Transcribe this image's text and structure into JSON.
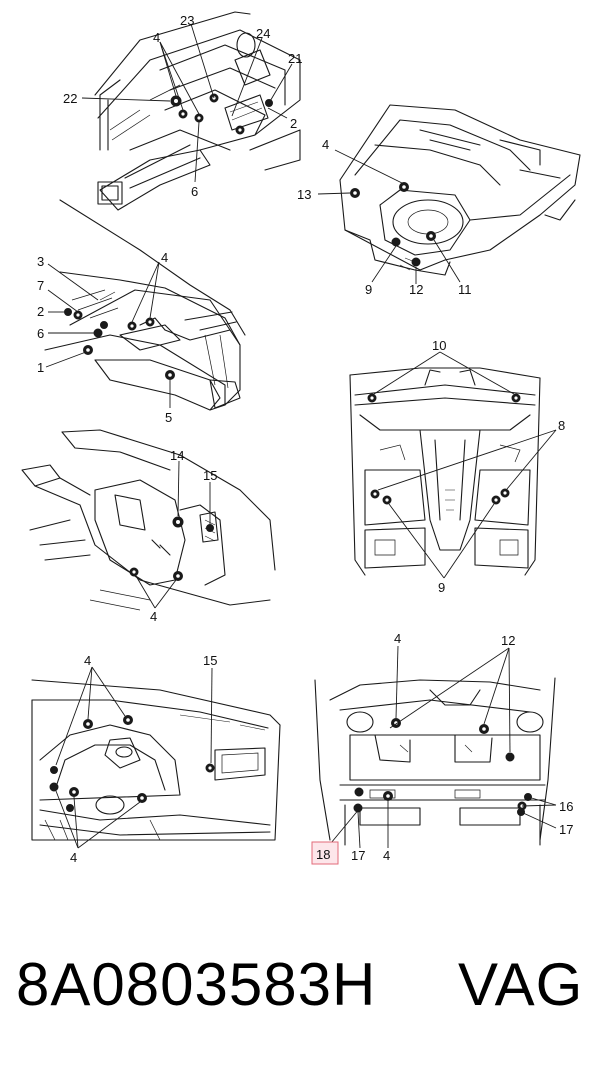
{
  "callouts": {
    "panel1": [
      "23",
      "24",
      "4",
      "21",
      "22",
      "2",
      "6"
    ],
    "panel2": [
      "4",
      "13",
      "9",
      "12",
      "11"
    ],
    "panel3": [
      "3",
      "4",
      "7",
      "2",
      "6",
      "1",
      "5"
    ],
    "panel4": [
      "10",
      "8",
      "9"
    ],
    "panel5": [
      "14",
      "15",
      "4"
    ],
    "panel6": [
      "4",
      "15",
      "4"
    ],
    "panel7": [
      "4",
      "12",
      "16",
      "18",
      "17",
      "4",
      "17"
    ]
  },
  "highlight_callout": "18",
  "caption": {
    "part_number": "8A0803583H",
    "brand": "VAG"
  },
  "colors": {
    "line": "#1a1a1a",
    "highlight_border": "#e26b7a",
    "highlight_fill": "#fde6ea"
  }
}
